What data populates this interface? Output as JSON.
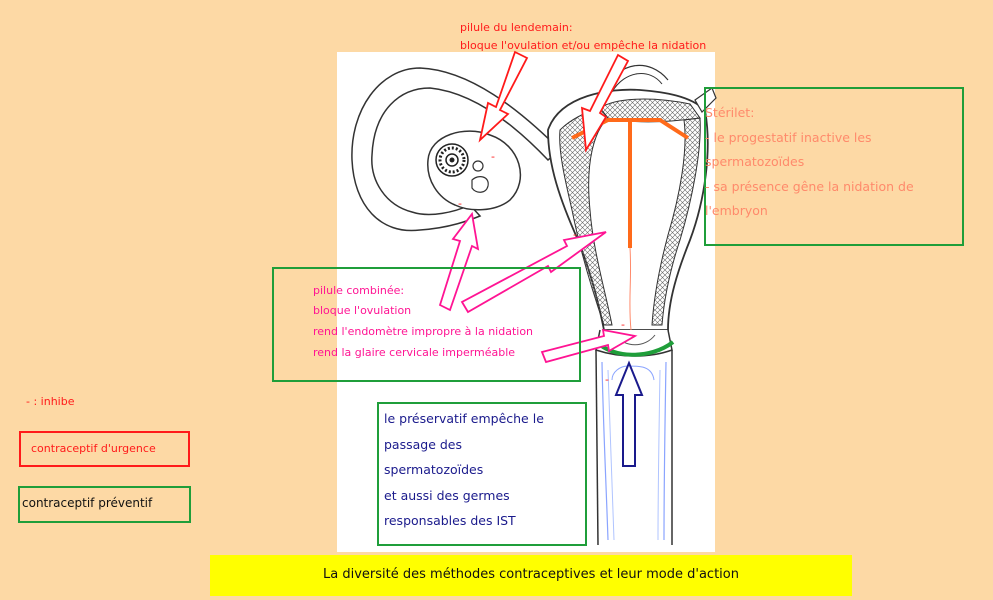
{
  "labels": {
    "morning_after": [
      "pilule du lendemain:",
      "bloque l'ovulation et/ou empêche la nidation"
    ],
    "sterilet": [
      "Stérilet:",
      "- le progestatif inactive les",
      "spermatozoïdes",
      "- sa présence gêne la nidation de",
      "l'embryon"
    ],
    "combined_pill": [
      "pilule combinée:",
      "bloque l'ovulation",
      "rend l'endomètre impropre à la nidation",
      "rend la glaire cervicale imperméable"
    ],
    "condom": [
      "le préservatif empêche le",
      "passage des",
      "spermatozoïdes",
      "et aussi des germes",
      "responsables des IST"
    ],
    "minus_marker": "-"
  },
  "legend": {
    "inhibit": "- : inhibe",
    "emergency": "contraceptif d'urgence",
    "preventive": "contraceptif préventif"
  },
  "title": "La diversité des méthodes contraceptives et leur mode d'action",
  "colors": {
    "background": "#fdd9a5",
    "red": "#ff1a1a",
    "magenta": "#ff1493",
    "green": "#1f9e3a",
    "salmon": "#ff8a6b",
    "navy": "#1a1a8c",
    "orange": "#ff6a1a",
    "title_bar": "#ffff00"
  }
}
